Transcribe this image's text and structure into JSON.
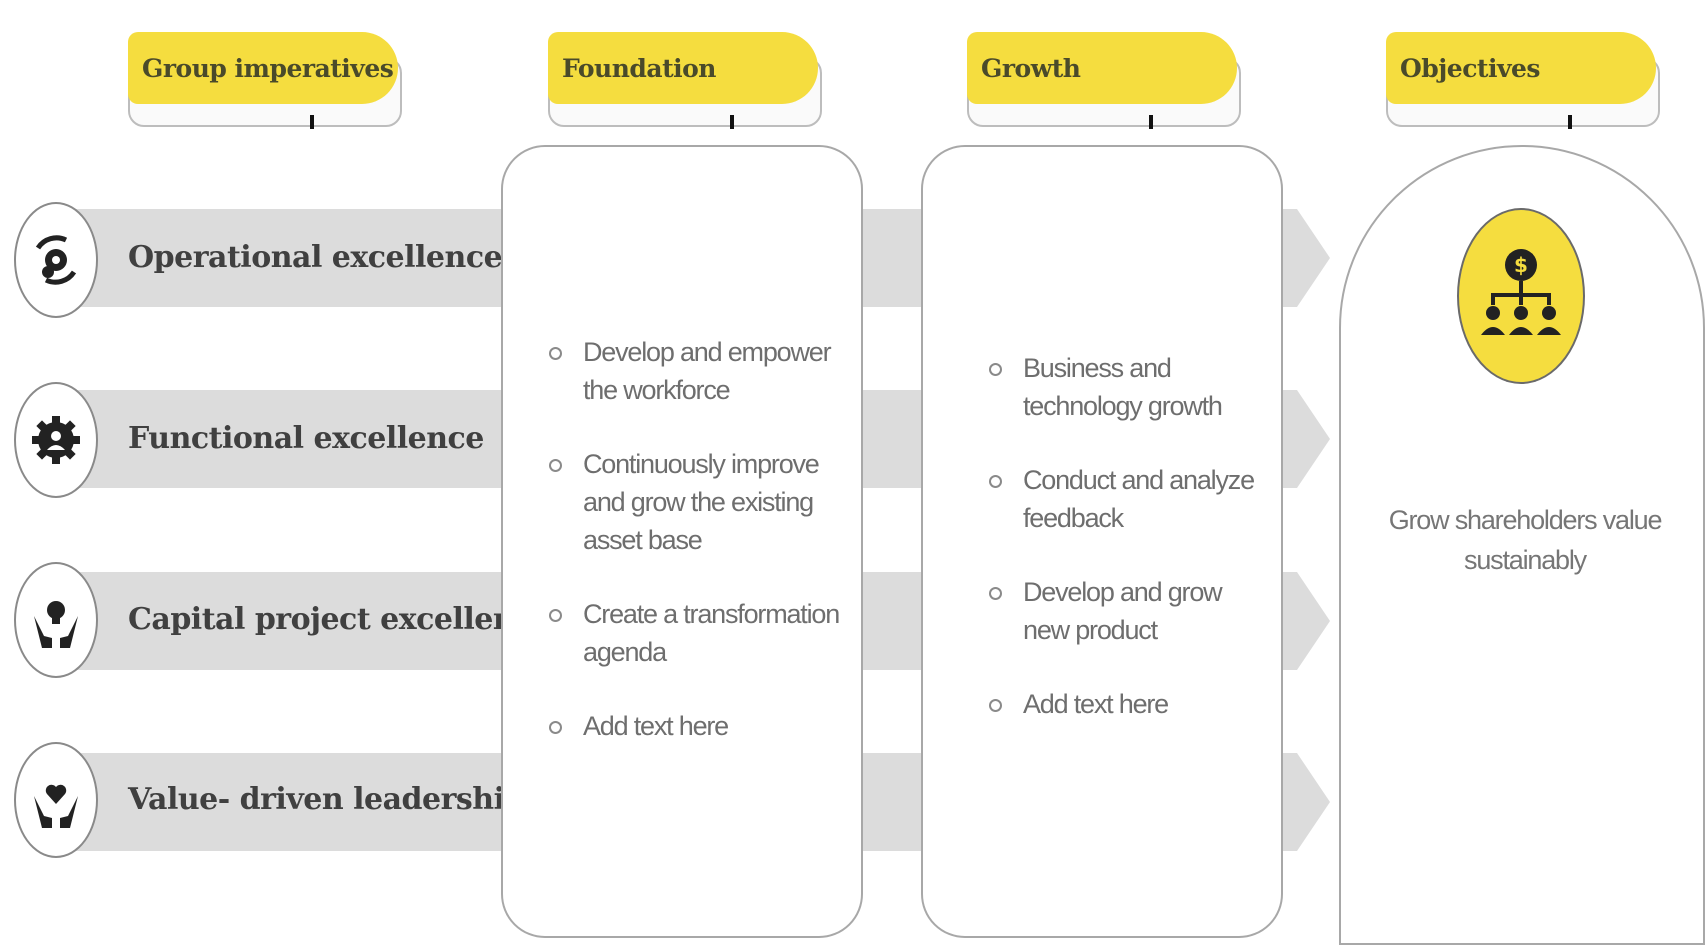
{
  "headers": [
    "Group imperatives",
    "Foundation",
    "Growth",
    "Objectives"
  ],
  "rows": [
    {
      "label": "Operational excellence",
      "icon": "gear-cycle-icon"
    },
    {
      "label": "Functional excellence",
      "icon": "gear-person-icon"
    },
    {
      "label": "Capital project excellence",
      "icon": "hand-bulb-icon"
    },
    {
      "label": "Value- driven leadership",
      "icon": "hand-heart-icon"
    }
  ],
  "foundation": {
    "items": [
      "Develop and empower the workforce",
      "Continuously improve and grow the existing asset base",
      "Create a transformation agenda",
      "Add text here"
    ]
  },
  "growth": {
    "items": [
      "Business and technology growth",
      "Conduct and analyze feedback",
      "Develop and grow new product",
      "Add text here"
    ]
  },
  "objectives": {
    "icon": "money-organization-icon",
    "text": "Grow shareholders value sustainably"
  },
  "colors": {
    "accent": "#f5dd3f",
    "band": "#dcdcdc",
    "border": "#a8a8a8"
  }
}
